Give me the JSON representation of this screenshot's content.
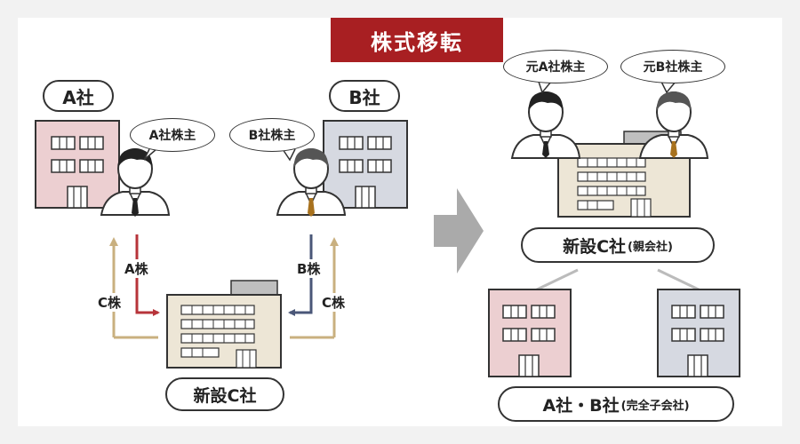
{
  "title": "株式移転",
  "left": {
    "company_a": "A社",
    "company_b": "B社",
    "holder_a": "A社株主",
    "holder_b": "B社株主",
    "arrow_a_share": "A株",
    "arrow_b_share": "B株",
    "arrow_c_share_left": "C株",
    "arrow_c_share_right": "C株",
    "new_company": "新設C社"
  },
  "right": {
    "former_holder_a": "元A社株主",
    "former_holder_b": "元B社株主",
    "parent_name": "新設C社",
    "parent_note": "(親会社)",
    "subsidiaries_name": "A社・B社",
    "subsidiaries_note": "(完全子会社)"
  },
  "colors": {
    "title_bg": "#a81f22",
    "company_a": "#eccfd1",
    "company_b": "#d6d9e1",
    "new_company": "#ede6d6",
    "arrow_red": "#b7343a",
    "arrow_navy": "#4a5778",
    "arrow_tan": "#c9b07f",
    "big_arrow": "#aaaaaa"
  }
}
